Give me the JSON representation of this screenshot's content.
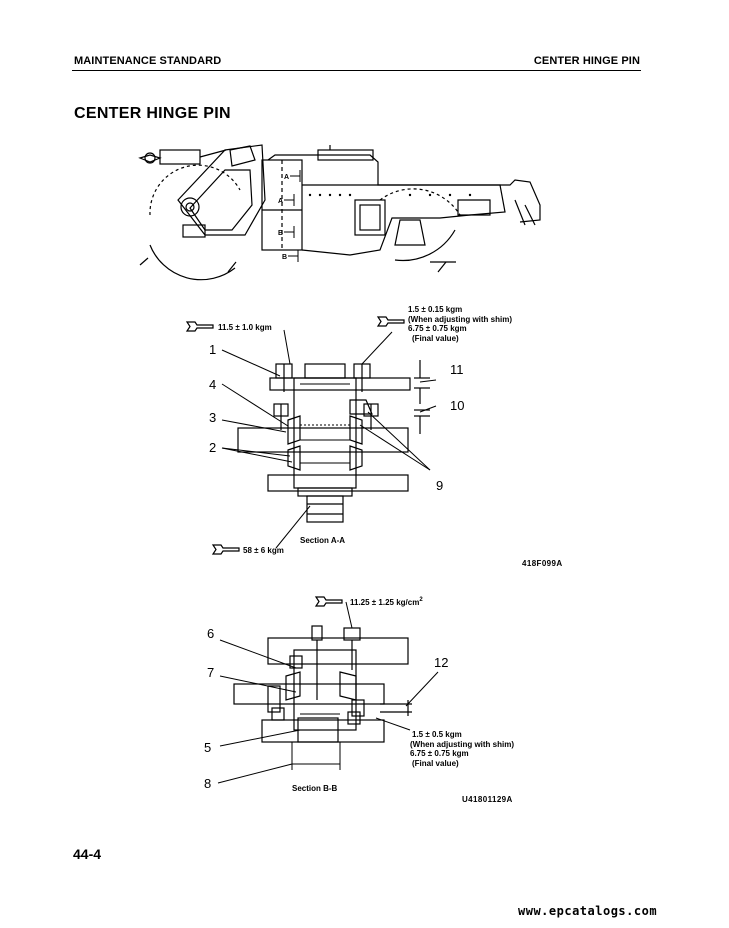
{
  "header": {
    "left": "MAINTENANCE STANDARD",
    "right": "CENTER HINGE PIN"
  },
  "title": "CENTER HINGE PIN",
  "overview": {
    "section_marks": [
      "A",
      "A",
      "B",
      "B"
    ]
  },
  "section_a": {
    "torque_top_left": "11.5 ± 1.0 kgm",
    "torque_top_right": {
      "line1": "1.5 ± 0.15 kgm",
      "line2": "(When adjusting with shim)",
      "line3": "6.75 ± 0.75 kgm",
      "line4": "(Final value)"
    },
    "torque_bottom": "58 ± 6 kgm",
    "section_label": "Section A-A",
    "figure_code": "418F099A",
    "callouts": [
      "1",
      "4",
      "3",
      "2",
      "11",
      "10",
      "9"
    ]
  },
  "section_b": {
    "torque_top": "11.25 ± 1.25 kg/cm",
    "torque_top_sup": "2",
    "torque_right": {
      "line1": "1.5 ± 0.5 kgm",
      "line2": "(When adjusting with shim)",
      "line3": "6.75 ± 0.75 kgm",
      "line4": "(Final value)"
    },
    "section_label": "Section B-B",
    "figure_code": "U41801129A",
    "callouts": [
      "6",
      "7",
      "5",
      "8",
      "12"
    ]
  },
  "footer": {
    "page_number": "44-4",
    "website": "www.epcatalogs.com"
  },
  "icons": [
    "wrench-icon"
  ]
}
